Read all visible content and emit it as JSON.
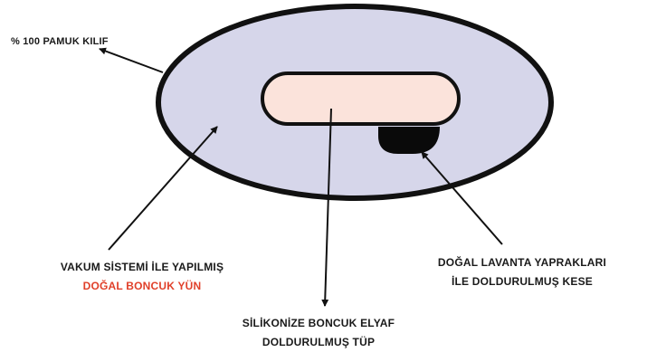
{
  "labels": {
    "cover": "% 100 PAMUK KILIF",
    "wool": {
      "line1": "VAKUM SİSTEMİ İLE YAPILMIŞ",
      "line2": "DOĞAL BONCUK YÜN"
    },
    "tube": {
      "line1": "SİLİKONİZE BONCUK ELYAF",
      "line2": "DOLDURULMUŞ TÜP"
    },
    "pouch": {
      "line1": "DOĞAL LAVANTA YAPRAKLARI",
      "line2": "İLE DOLDURULMUŞ KESE"
    }
  },
  "colors": {
    "cover_fill": "#d6d6ea",
    "tube_fill": "#fbe3db",
    "pouch_fill": "#0a0a0a",
    "outline": "#111111",
    "highlight_text": "#e0402a"
  }
}
